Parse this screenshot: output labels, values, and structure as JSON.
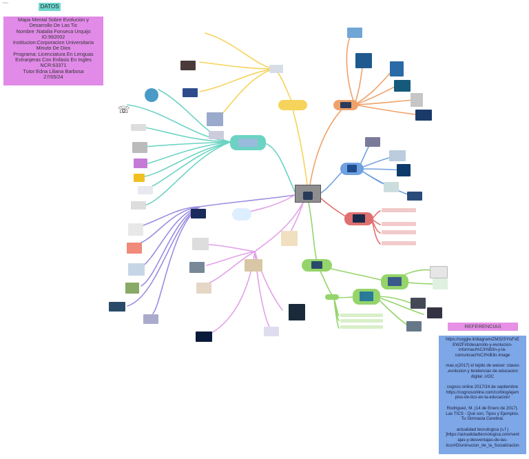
{
  "header_note": "Mapa",
  "datos": {
    "tag": "DATOS",
    "lines": [
      "Mapa Mental Sobre Evolucion y",
      "Desarrollo De Las Tic",
      "Nombre :Natalia Fonseca Urquijo",
      "ID:992002",
      "Institucion:Corporacion Universitaria",
      "Minuto De Dios",
      "Programa: Licenciatura En Lenguas",
      "Extranjeras Con Enfasis En Ingles",
      "NCR:63371",
      "Tutor:Edna Liliana Barbosa",
      "27/05/24"
    ]
  },
  "referencias": {
    "tag": "REFERENCIAS",
    "entries": [
      [
        "https://coggle.it/diagram/ZM32SYisFxE",
        "EWZFi/t/desarrollo-y-evolucion-",
        "informaci%C3%B3n-y-la-",
        "comunicaci%C3%B3n-image"
      ],
      [
        "max,x(2017) el tejido de weiser :claves",
        ",evolucion y tendencias de educacion",
        "digital .UOC"
      ],
      [
        "cognos online 2017/24 de septiembre",
        "https://cognosonline.com/co/blog/ejem",
        "plos-de-tics-en-la-educacion/"
      ],
      [
        "Rodriguez, M. (14 de Enero de 2017).",
        "Las TICS - Qué son, Tipos y Ejemplos.",
        "Tu Gimnasia Cerebral."
      ],
      [
        "actualidad tecnologica (s.f )",
        "]https://actualidadtecnologica.com/vent",
        "ajas-y-desventajas-de-las-",
        "tics/#Disminucion_de_la_Socializacion"
      ]
    ]
  },
  "colors": {
    "yellow": "#f6d35a",
    "orange": "#f0a16a",
    "blue": "#6fa0e0",
    "red": "#e07070",
    "green": "#94d46a",
    "teal": "#6cd3c3",
    "purple": "#9a8ce0",
    "pink": "#e2a0e8"
  },
  "icons": {
    "phone": "phone-icon"
  }
}
